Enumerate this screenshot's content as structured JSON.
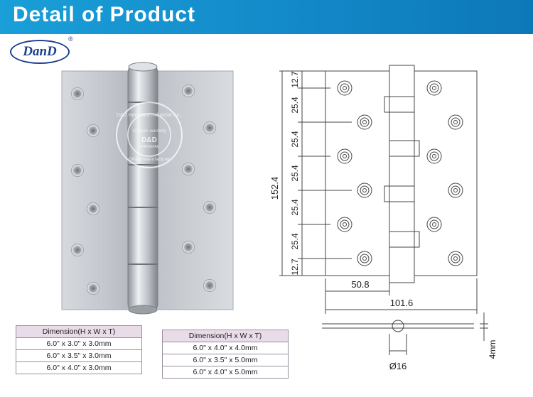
{
  "header": {
    "title": "Detail of Product"
  },
  "logo": {
    "text": "DanD",
    "registered": "®"
  },
  "watermark": {
    "ring_text": "D&D Hardware Industrial Co.,",
    "ring_text_bottom": "Global Manufacturer",
    "warranty": "12 years warranty",
    "brand": "D&D",
    "brand_sub": "HARDWARE"
  },
  "drawing": {
    "dim_overall_height": "152.4",
    "dim_segments": [
      "12.7",
      "25.4",
      "25.4",
      "25.4",
      "25.4",
      "25.4",
      "12.7"
    ],
    "dim_half_width": "50.8",
    "dim_full_width": "101.6",
    "dim_hole": "Ø16",
    "dim_thickness": "4mm"
  },
  "tables": {
    "left": {
      "header": "Dimension(H x W x T)",
      "rows": [
        "6.0\" x 3.0\" x 3.0mm",
        "6.0\" x 3.5\" x 3.0mm",
        "6.0\" x 4.0\" x 3.0mm"
      ]
    },
    "right": {
      "header": "Dimension(H x W x T)",
      "rows": [
        "6.0\" x 4.0\" x 4.0mm",
        "6.0\" x 3.5\" x 5.0mm",
        "6.0\" x 4.0\" x 5.0mm"
      ]
    }
  },
  "colors": {
    "banner": "#1287c7",
    "logo": "#1b3f8f",
    "steel": "#c9ccd2",
    "table_header": "#e9dce9"
  }
}
